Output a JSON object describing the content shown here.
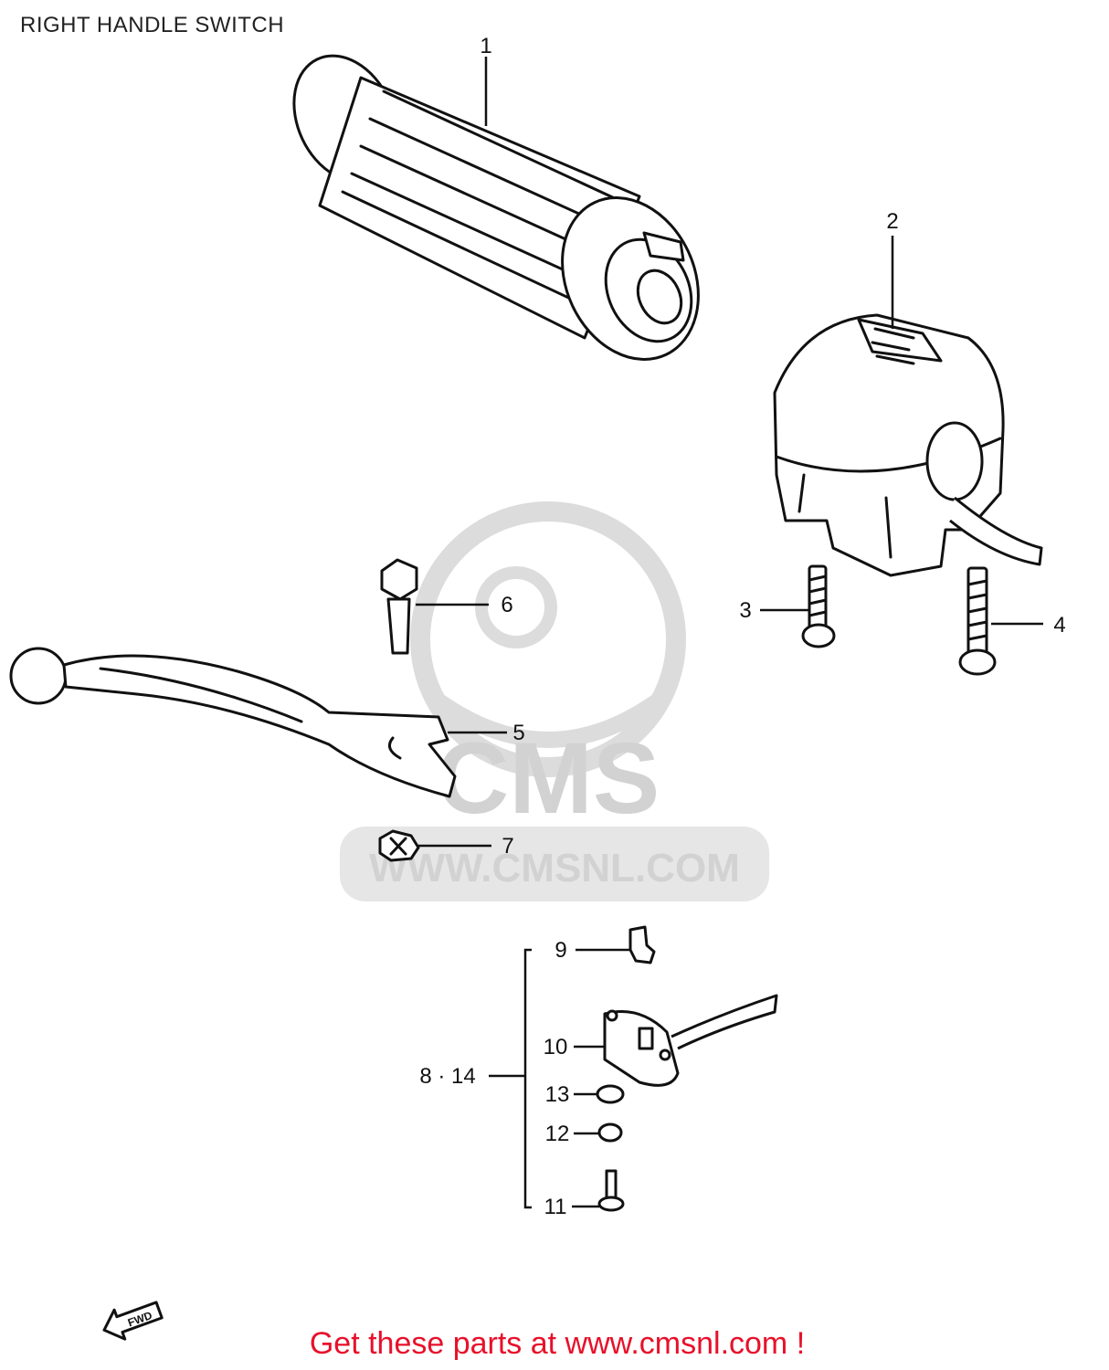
{
  "header": {
    "title": "RIGHT HANDLE SWITCH"
  },
  "watermark": {
    "brand": "CMS",
    "url": "WWW.CMSNL.COM"
  },
  "fwd_mark": {
    "text": "FWD"
  },
  "callouts": [
    {
      "id": "1",
      "label": "1"
    },
    {
      "id": "2",
      "label": "2"
    },
    {
      "id": "3",
      "label": "3"
    },
    {
      "id": "4",
      "label": "4"
    },
    {
      "id": "5",
      "label": "5"
    },
    {
      "id": "6",
      "label": "6"
    },
    {
      "id": "7",
      "label": "7"
    },
    {
      "id": "8-14",
      "label": "8 · 14"
    },
    {
      "id": "9",
      "label": "9"
    },
    {
      "id": "10",
      "label": "10"
    },
    {
      "id": "11",
      "label": "11"
    },
    {
      "id": "12",
      "label": "12"
    },
    {
      "id": "13",
      "label": "13"
    }
  ],
  "footer": {
    "cta": "Get these parts at www.cmsnl.com !"
  },
  "colors": {
    "ink": "#111111",
    "watermark": "#d2d2d2",
    "footer_text": "#e8102a"
  }
}
